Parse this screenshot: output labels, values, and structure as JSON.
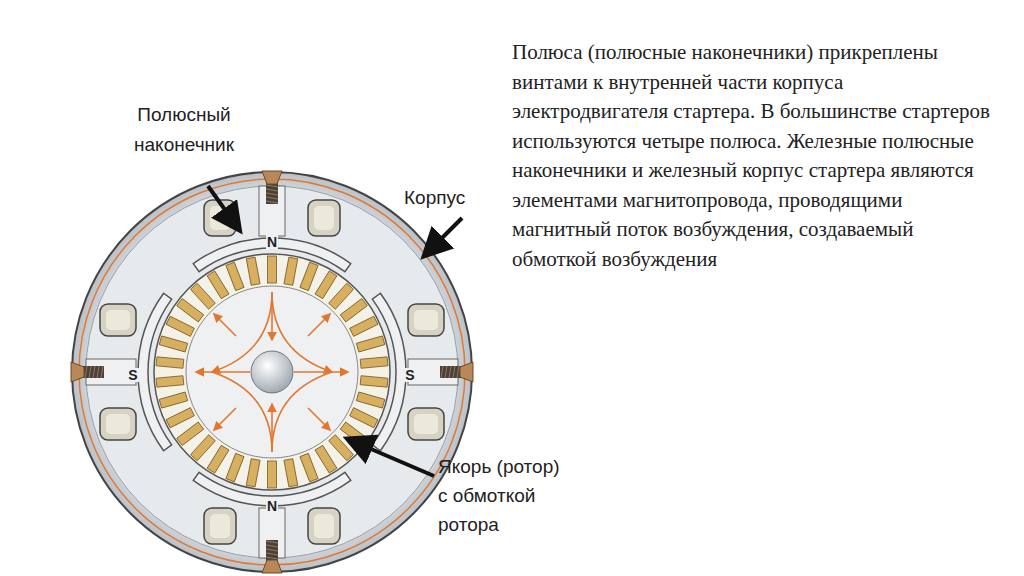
{
  "diagram": {
    "labels": [
      "Полюса (полюсные наконечники) прикреплены винтами к внутренней части корпуса электродвигателя стартера. В большинстве стартеров используются четыре полюса. Железные полюсные наконечники и железный корпус стартера являются элементами магнитопровода, проводящими магнитный поток возбуждения, создаваемый обмоткой возбуждения",
      "Полюсный наконечник",
      "Корпус",
      "Якорь (ротор) с обмоткой ротора",
      "N",
      "S",
      "S",
      "N"
    ]
  }
}
